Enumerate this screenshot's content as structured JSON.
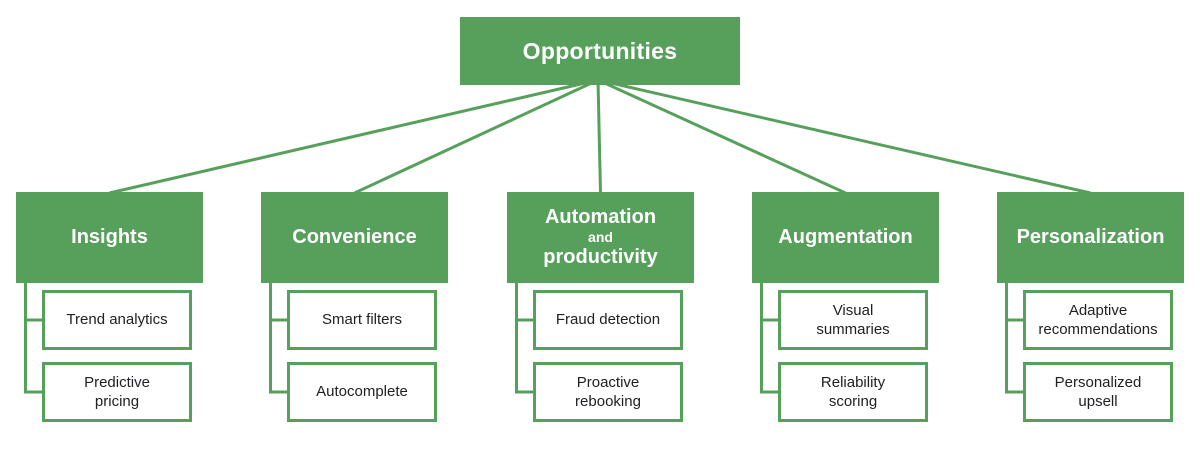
{
  "colors": {
    "node_green": "#57a05c",
    "leaf_text": "#202124",
    "background": "#ffffff"
  },
  "root": {
    "label": "Opportunities"
  },
  "branches": [
    {
      "title_lines": [
        "Insights"
      ],
      "children": [
        {
          "lines": [
            "Trend analytics"
          ]
        },
        {
          "lines": [
            "Predictive",
            "pricing"
          ]
        }
      ]
    },
    {
      "title_lines": [
        "Convenience"
      ],
      "children": [
        {
          "lines": [
            "Smart filters"
          ]
        },
        {
          "lines": [
            "Autocomplete"
          ]
        }
      ]
    },
    {
      "title_lines": [
        "Automation",
        "and",
        "productivity"
      ],
      "children": [
        {
          "lines": [
            "Fraud detection"
          ]
        },
        {
          "lines": [
            "Proactive",
            "rebooking"
          ]
        }
      ]
    },
    {
      "title_lines": [
        "Augmentation"
      ],
      "children": [
        {
          "lines": [
            "Visual",
            "summaries"
          ]
        },
        {
          "lines": [
            "Reliability",
            "scoring"
          ]
        }
      ]
    },
    {
      "title_lines": [
        "Personalization"
      ],
      "children": [
        {
          "lines": [
            "Adaptive",
            "recommendations"
          ]
        },
        {
          "lines": [
            "Personalized",
            "upsell"
          ]
        }
      ]
    }
  ]
}
